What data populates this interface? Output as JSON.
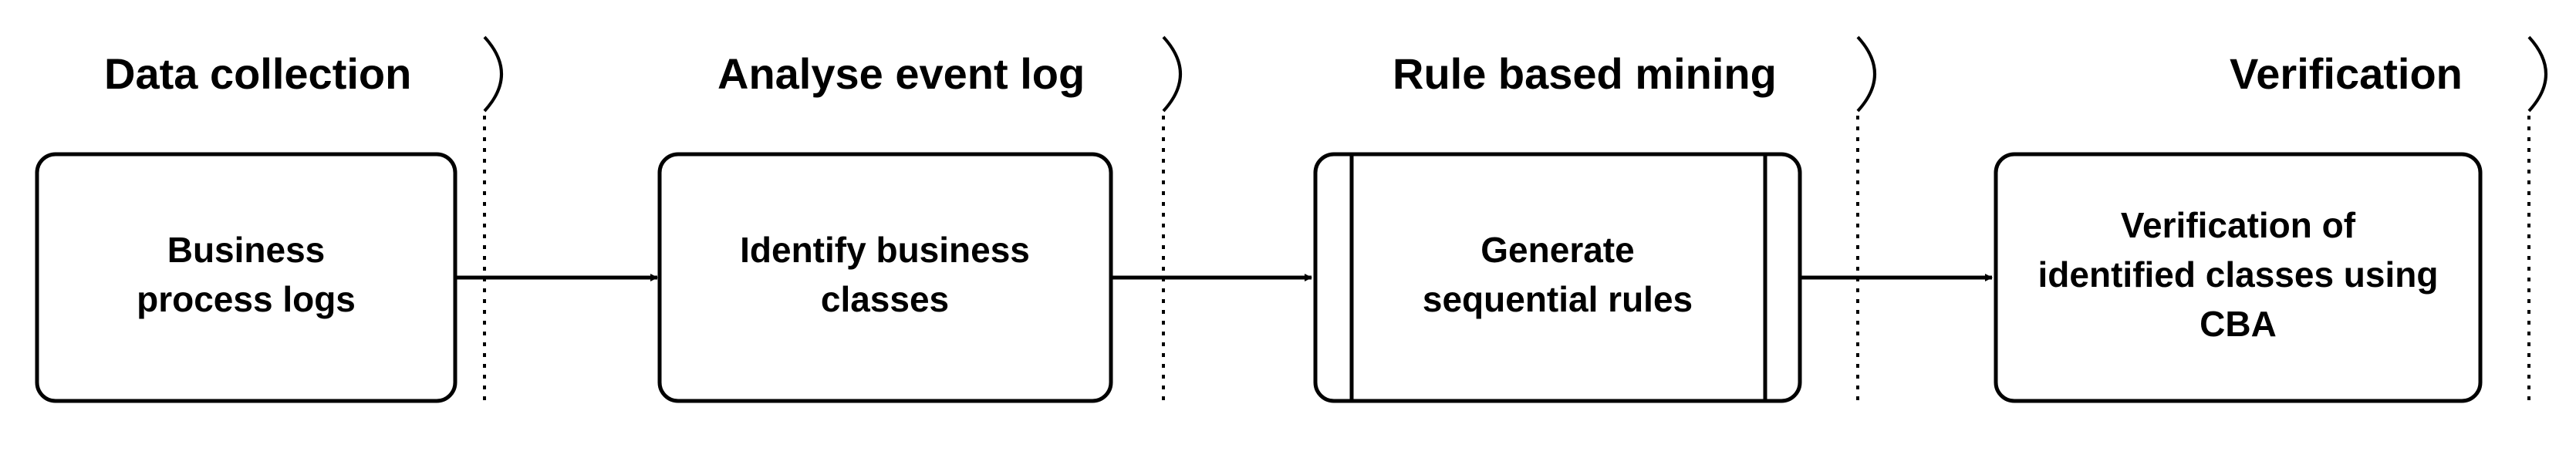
{
  "diagram": {
    "stages": [
      {
        "id": "data-collection",
        "title": "Data collection"
      },
      {
        "id": "analyse-event-log",
        "title": "Analyse event log"
      },
      {
        "id": "rule-based-mining",
        "title": "Rule based mining"
      },
      {
        "id": "verification",
        "title": "Verification"
      }
    ],
    "boxes": [
      {
        "id": "business-process-logs",
        "lines": [
          "Business",
          "process logs"
        ],
        "type": "process"
      },
      {
        "id": "identify-business-classes",
        "lines": [
          "Identify business",
          "classes"
        ],
        "type": "process"
      },
      {
        "id": "generate-sequential-rules",
        "lines": [
          "Generate",
          "sequential rules"
        ],
        "type": "predefined-process"
      },
      {
        "id": "verification-of-classes",
        "lines": [
          "Verification of",
          "identified classes using",
          "CBA"
        ],
        "type": "process"
      }
    ],
    "edges": [
      {
        "from": "business-process-logs",
        "to": "identify-business-classes"
      },
      {
        "from": "identify-business-classes",
        "to": "generate-sequential-rules"
      },
      {
        "from": "generate-sequential-rules",
        "to": "verification-of-classes"
      }
    ]
  }
}
